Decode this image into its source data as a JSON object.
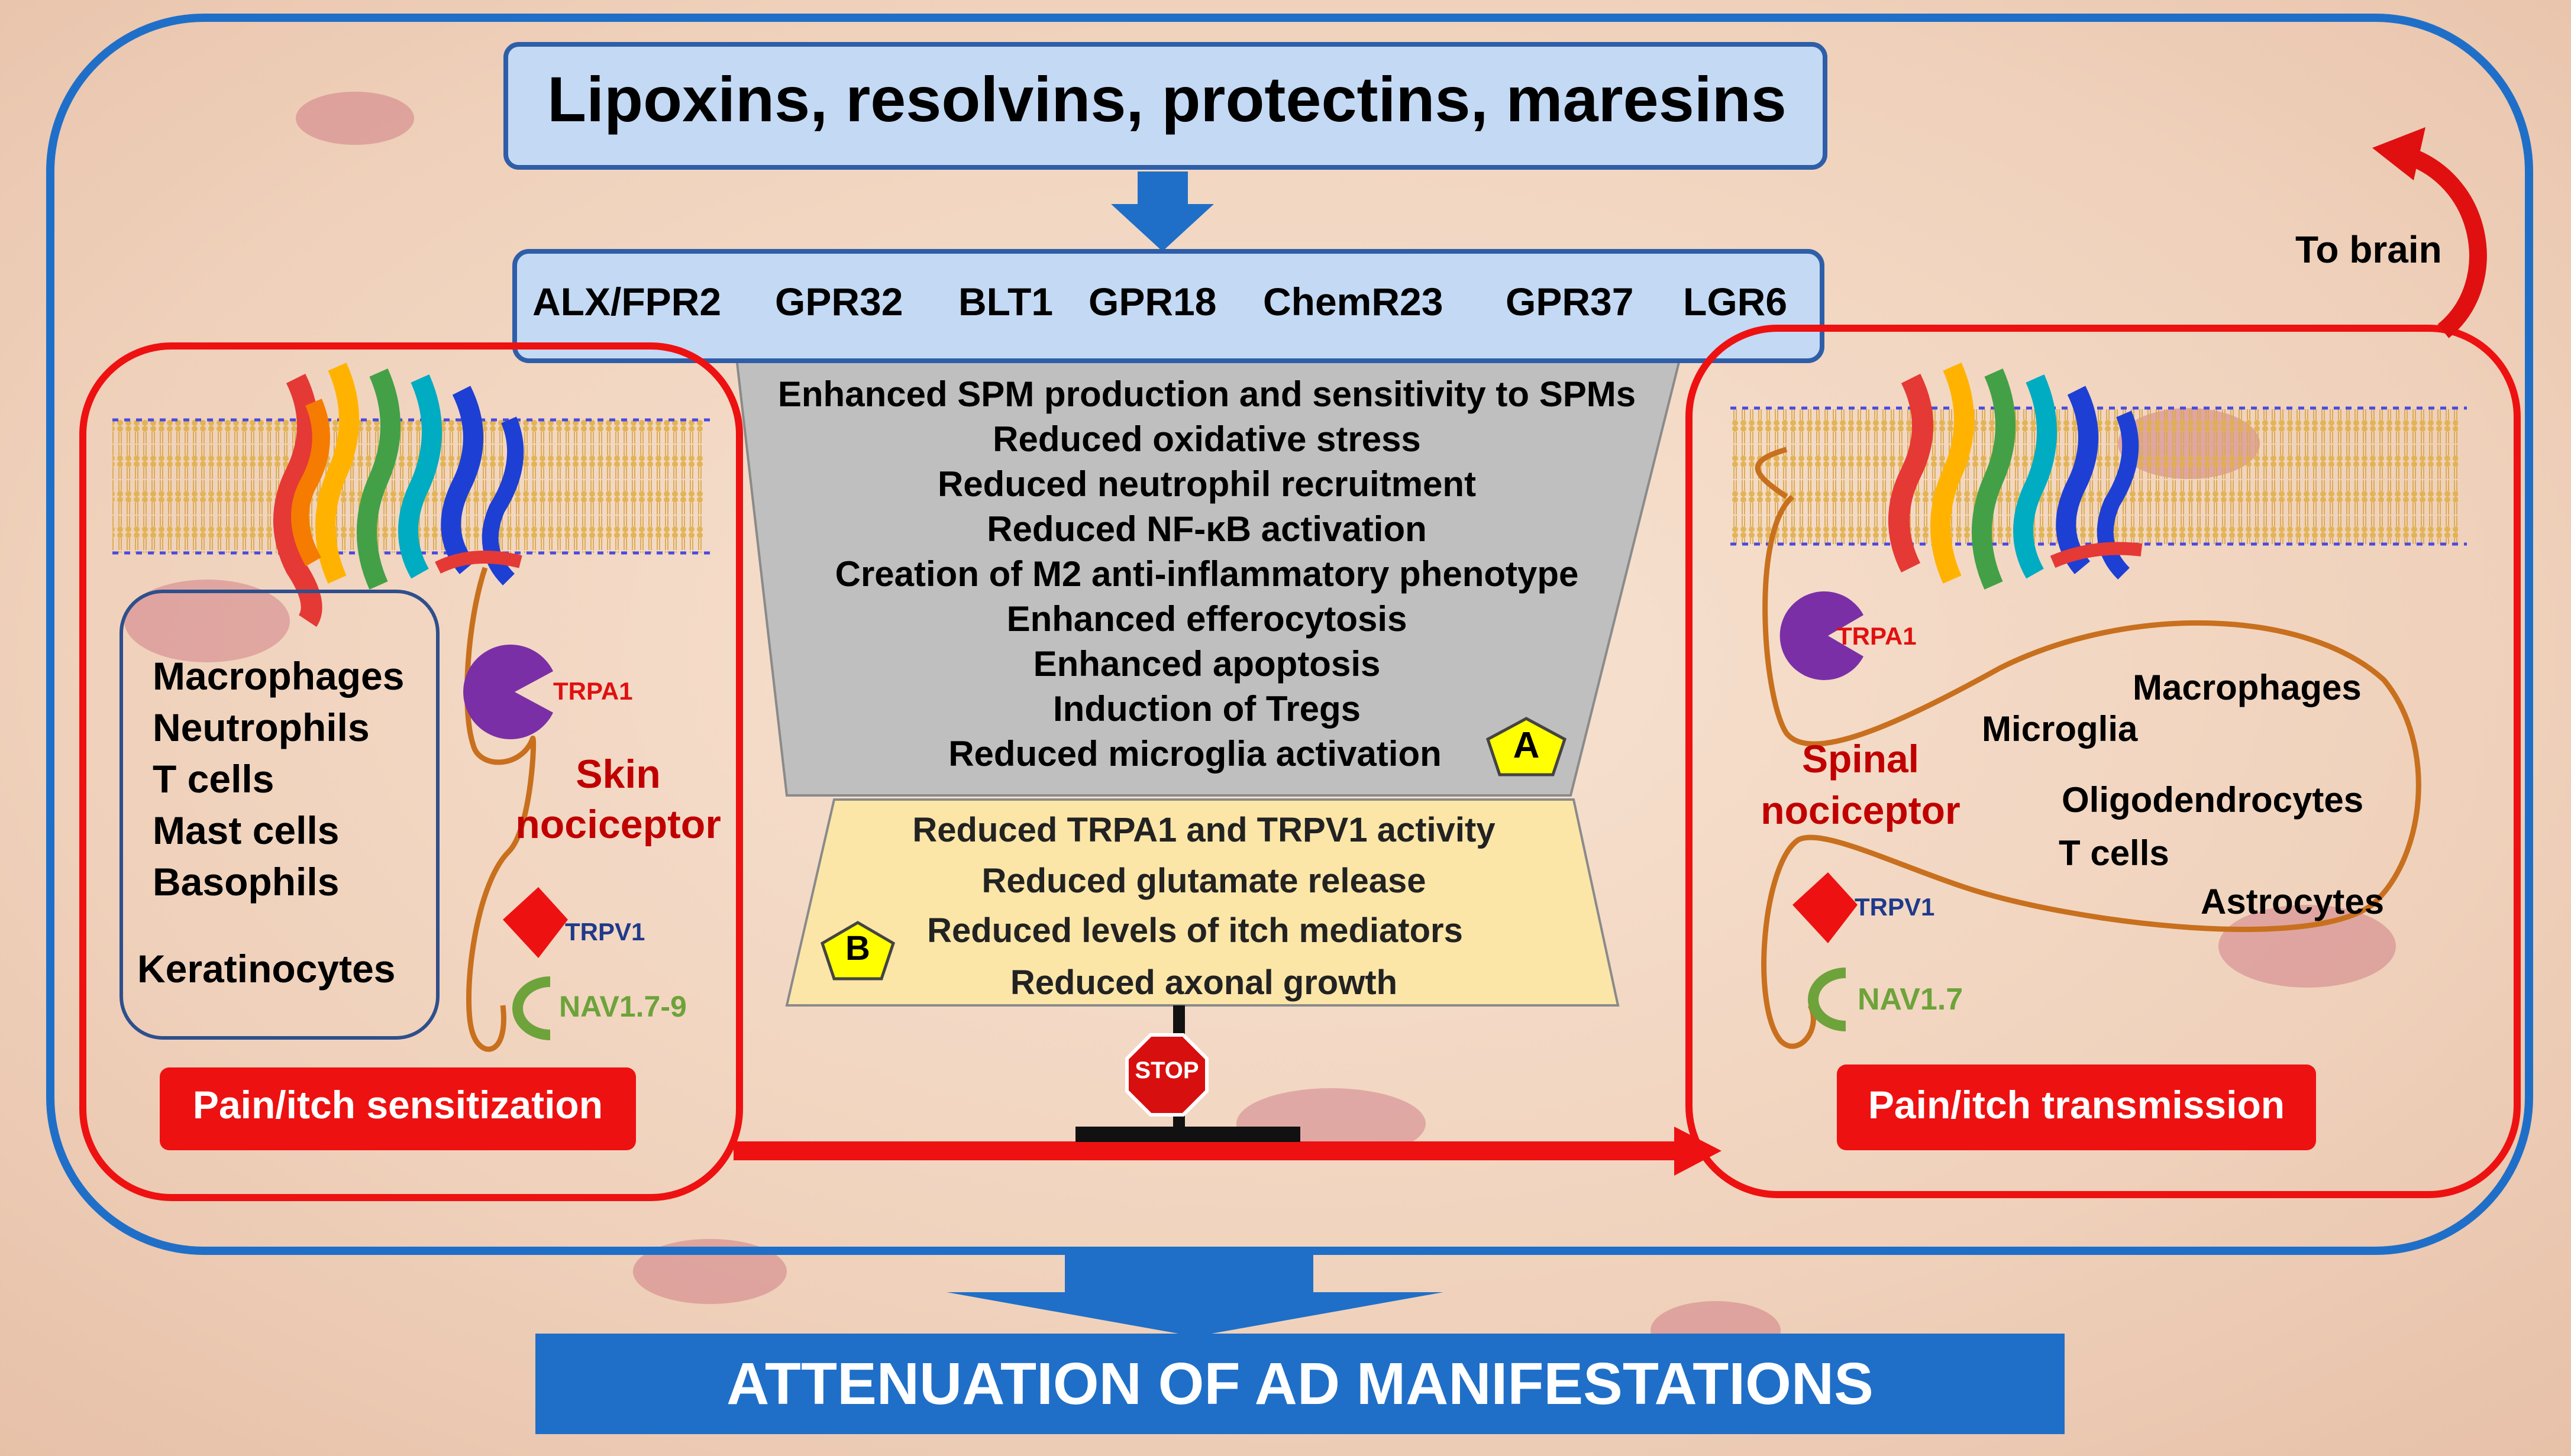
{
  "title": "Lipoxins, resolvins, protectins, maresins",
  "receptors": [
    "ALX/FPR2",
    "GPR32",
    "BLT1",
    "GPR18",
    "ChemR23",
    "GPR37",
    "LGR6"
  ],
  "to_brain": "To brain",
  "effects_a": [
    "Enhanced SPM production and sensitivity to SPMs",
    "Reduced oxidative stress",
    "Reduced neutrophil recruitment",
    "Reduced NF-κB activation",
    "Creation of M2 anti-inflammatory phenotype",
    "Enhanced efferocytosis",
    "Enhanced apoptosis",
    "Induction of Tregs",
    "Reduced microglia activation"
  ],
  "badge_a": "A",
  "effects_b": [
    "Reduced TRPA1 and TRPV1 activity",
    "Reduced glutamate release",
    "Reduced levels of itch mediators",
    "Reduced axonal growth"
  ],
  "badge_b": "B",
  "left": {
    "cells": [
      "Macrophages",
      "Neutrophils",
      "T cells",
      "Mast cells",
      "Basophils"
    ],
    "keratinocytes": "Keratinocytes",
    "nociceptor": [
      "Skin",
      "nociceptor"
    ],
    "trpa1": "TRPA1",
    "trpv1": "TRPV1",
    "nav": "NAV1.7-9",
    "button": "Pain/itch sensitization"
  },
  "right": {
    "cells": [
      "Macrophages",
      "Microglia",
      "Oligodendrocytes",
      "T cells",
      "Astrocytes"
    ],
    "nociceptor": [
      "Spinal",
      "nociceptor"
    ],
    "trpa1": "TRPA1",
    "trpv1": "TRPV1",
    "nav": "NAV1.7",
    "button": "Pain/itch transmission"
  },
  "stop": "STOP",
  "bottom": "ATTENUATION OF AD MANIFESTATIONS",
  "colors": {
    "blue_outline": "#1f6fc8",
    "red": "#ee1111",
    "light_blue": "#c4d9f3",
    "gray": "#bfbfbf",
    "yellow_box": "#fbe6a8",
    "nerve": "#c8701e",
    "purple": "#7b2fa6",
    "green": "#6da33a",
    "dark_red_text": "#c00000",
    "navy_text": "#1f3a8a"
  }
}
